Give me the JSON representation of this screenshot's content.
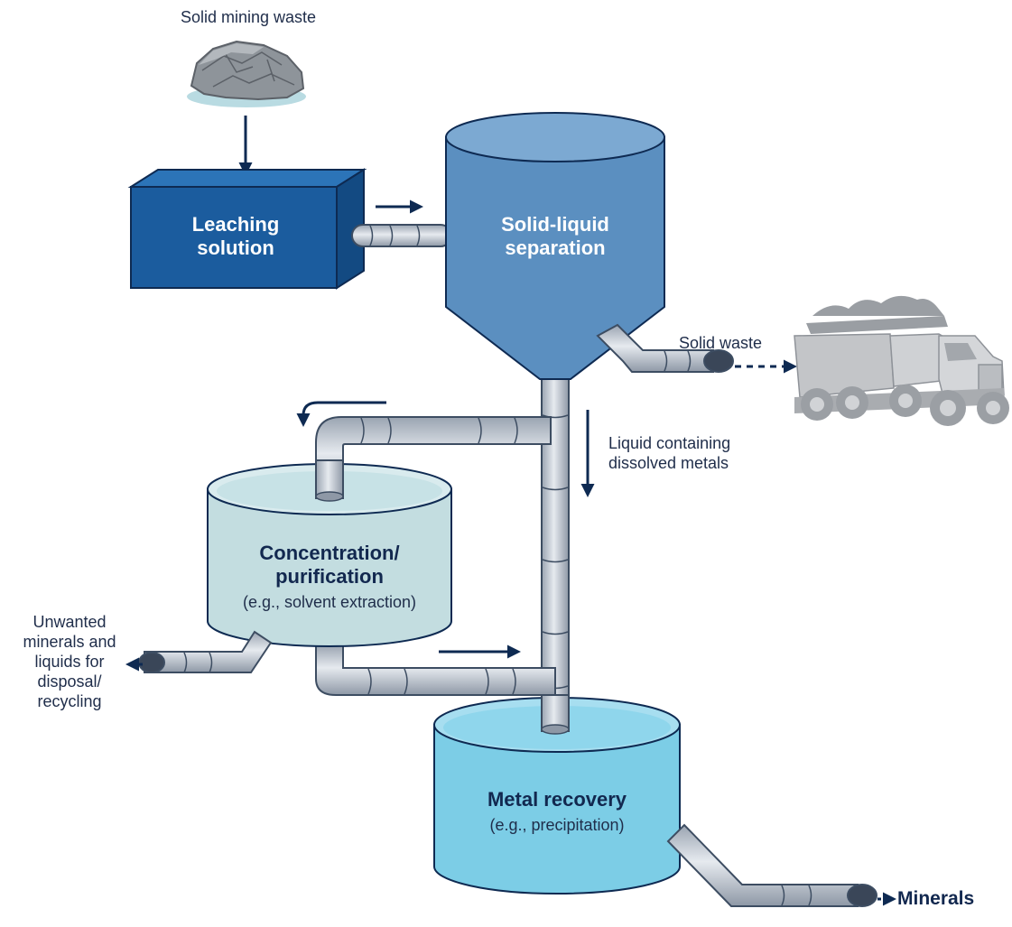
{
  "labels": {
    "solid_mining_waste": "Solid mining waste",
    "leaching_title": "Leaching\nsolution",
    "separation_title": "Solid-liquid\nseparation",
    "solid_waste": "Solid waste",
    "liquid_metals": "Liquid containing\ndissolved metals",
    "concentration_title": "Concentration/\npurification",
    "concentration_sub": "(e.g., solvent extraction)",
    "unwanted": "Unwanted\nminerals and\nliquids for\ndisposal/\nrecycling",
    "metal_recovery_title": "Metal recovery",
    "metal_recovery_sub": "(e.g., precipitation)",
    "minerals": "Minerals"
  },
  "icons": [
    "rock-icon",
    "dump-truck-icon"
  ],
  "colors": {
    "navy": "#0e2a52",
    "leach_front": "#1b5c9e",
    "leach_top": "#2c74b8",
    "leach_side": "#134a82",
    "hopper": "#5b8fc0",
    "hopper_top": "#7ca9d2",
    "purify_tank": "#c3dde0",
    "recovery_tank": "#7ccde6",
    "pipe": "#c7cdd6",
    "pipe_edge": "#3d4d62"
  }
}
